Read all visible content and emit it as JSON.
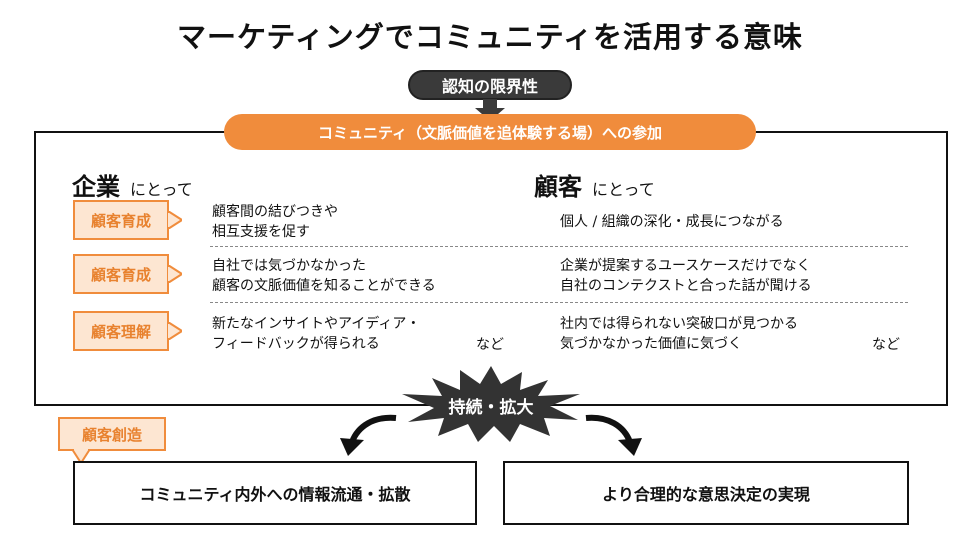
{
  "title": "マーケティングでコミュニティを活用する意味",
  "top_tag": "認知の限界性",
  "participation_pill": "コミュニティ（文脈価値を追体験する場）への参加",
  "columns": {
    "company": {
      "head": "企業",
      "sub": "にとって"
    },
    "customer": {
      "head": "顧客",
      "sub": "にとって"
    }
  },
  "rows": [
    {
      "badge": "顧客育成",
      "company": [
        "顧客間の結びつきや",
        "相互支援を促す"
      ],
      "customer": [
        "個人 / 組織の深化・成長につながる"
      ]
    },
    {
      "badge": "顧客育成",
      "company": [
        "自社では気づかなかった",
        "顧客の文脈価値を知ることができる"
      ],
      "customer": [
        "企業が提案するユースケースだけでなく",
        "自社のコンテクストと合った話が聞ける"
      ]
    },
    {
      "badge": "顧客理解",
      "company": [
        "新たなインサイトやアイディア・",
        "フィードバックが得られる"
      ],
      "customer": [
        "社内では得られない突破口が見つかる",
        "気づかなかった価値に気づく"
      ]
    }
  ],
  "etc_label": "など",
  "burst_label": "持続・拡大",
  "creation_badge": "顧客創造",
  "results": {
    "left": "コミュニティ内外への情報流通・拡散",
    "right": "より合理的な意思決定の実現"
  },
  "colors": {
    "accent": "#f08c3c",
    "accent_light": "#fde6d2",
    "dark": "#3a3a3a"
  }
}
